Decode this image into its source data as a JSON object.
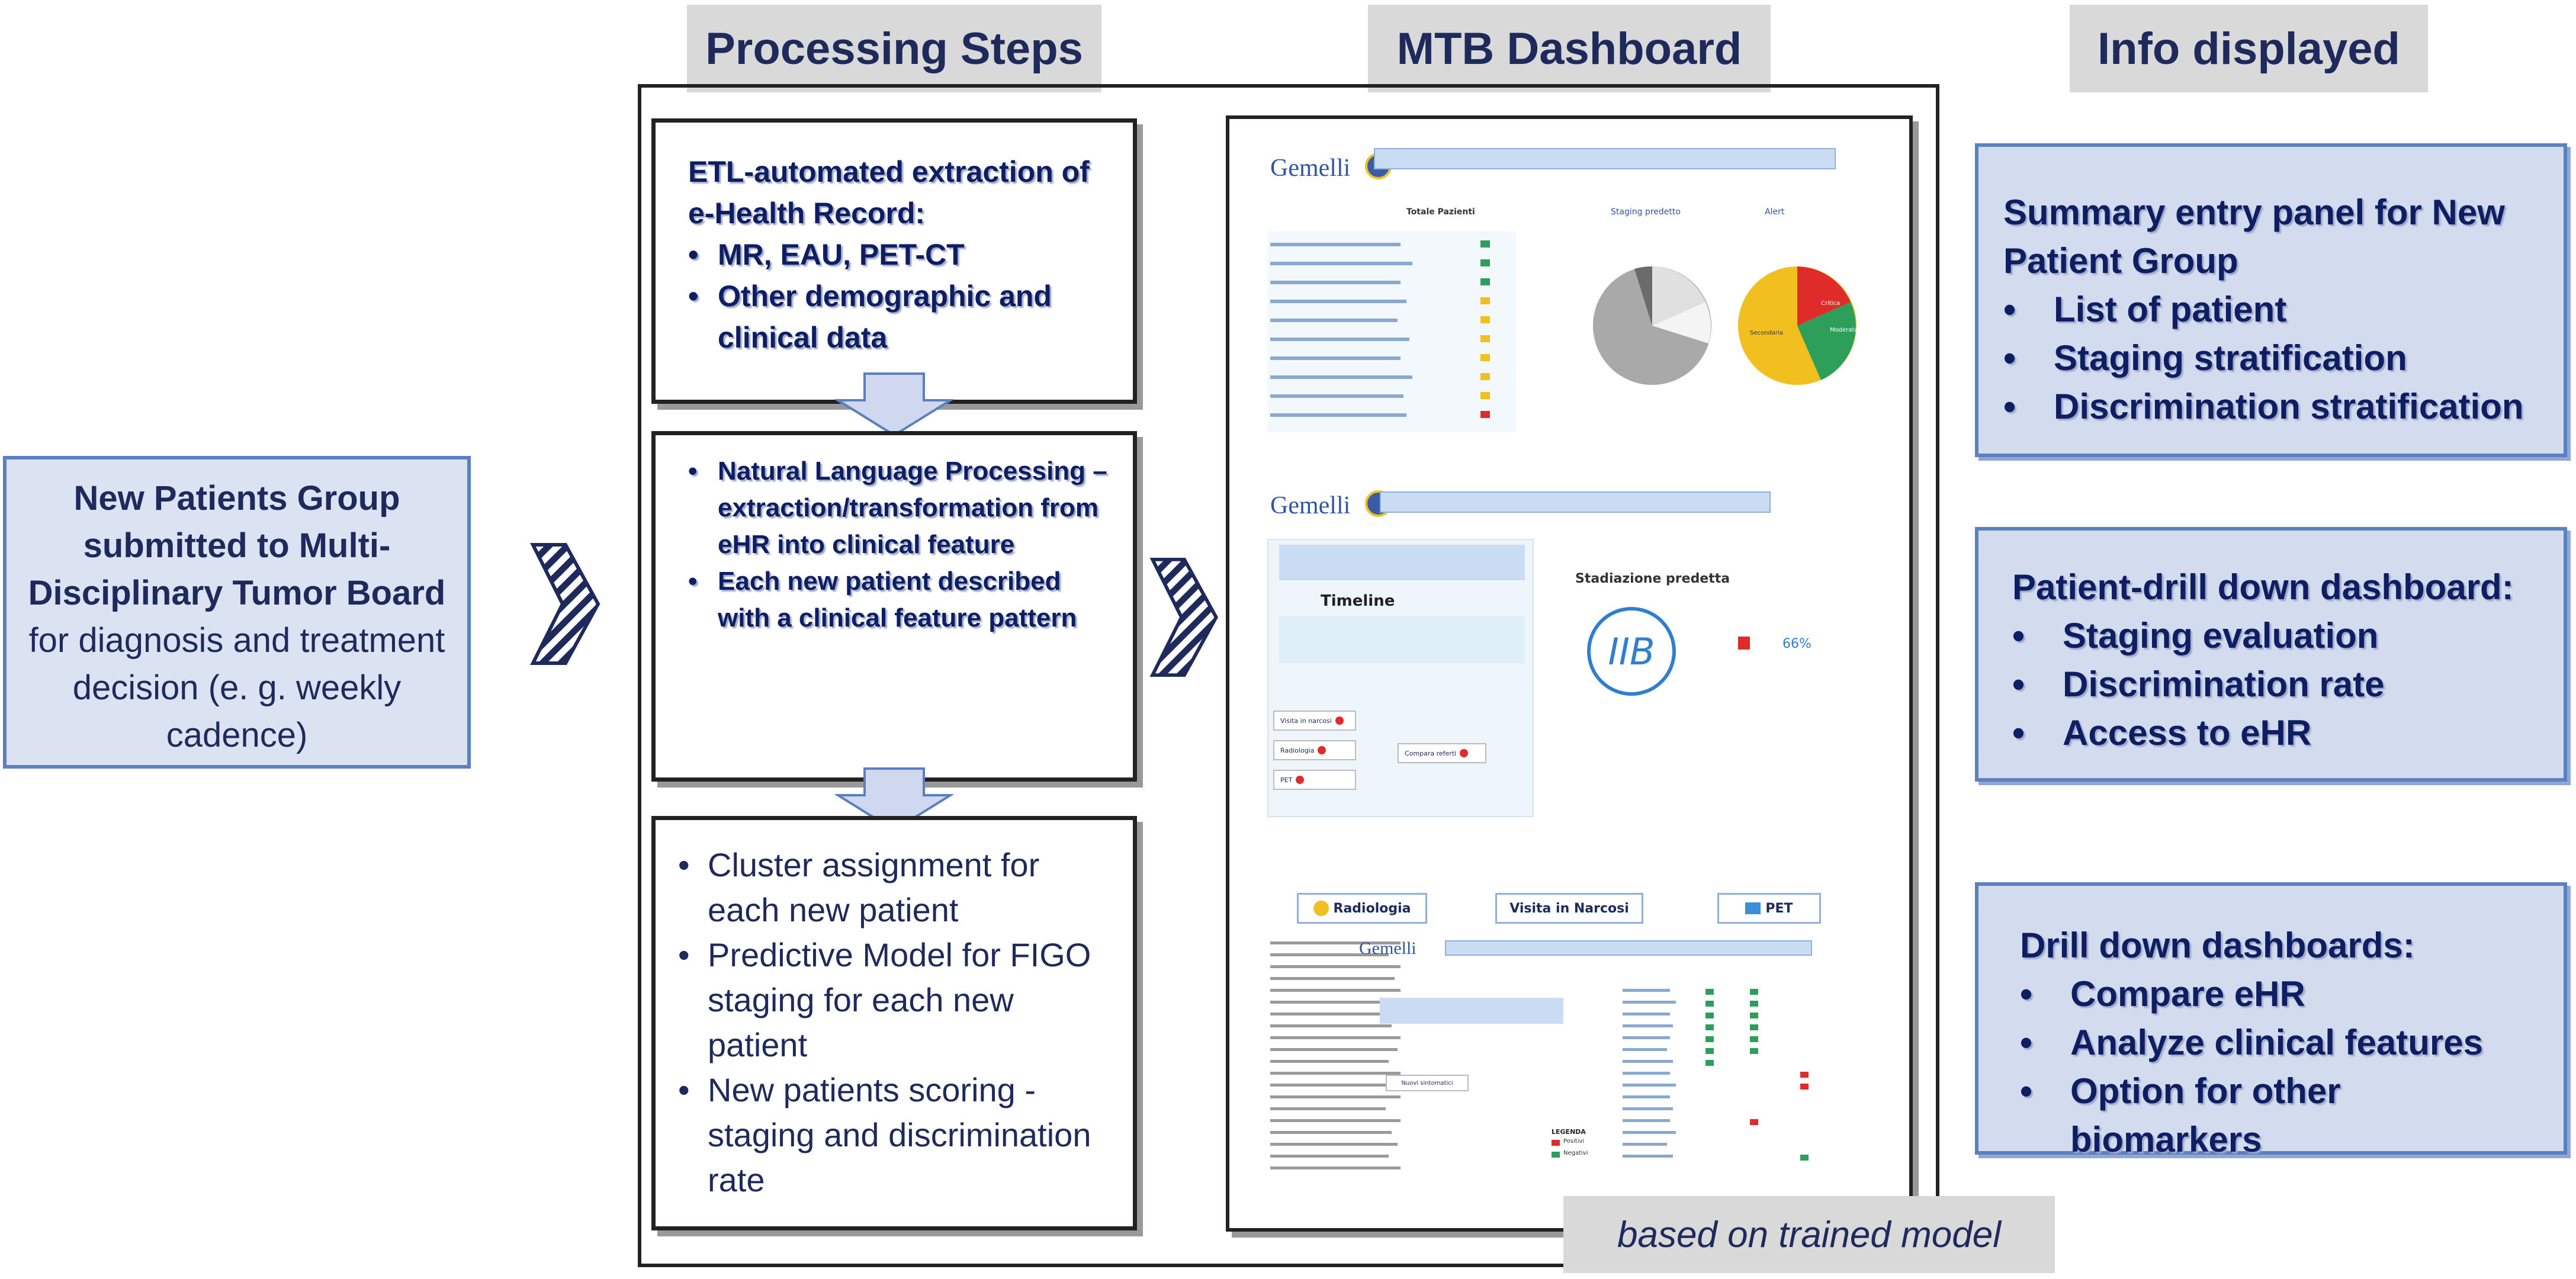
{
  "headers": {
    "processing": "Processing Steps",
    "dashboard": "MTB Dashboard",
    "info": "Info displayed"
  },
  "input_box": {
    "bold_text": "New Patients Group submitted to Multi-Disciplinary Tumor Board",
    "normal_text": "for diagnosis and treatment decision (e. g. weekly cadence)"
  },
  "steps": {
    "etl": {
      "title": "ETL-automated extraction of e-Health Record:",
      "items": [
        "MR, EAU, PET-CT",
        "Other demographic and clinical data"
      ]
    },
    "nlp": {
      "items": [
        "Natural Language Processing – extraction/transformation from eHR into clinical feature",
        "Each new patient described with a clinical feature pattern"
      ]
    },
    "model": {
      "items": [
        "Cluster assignment for each new patient",
        "Predictive Model for FIGO staging for each new patient",
        "New patients scoring - staging and discrimination rate"
      ]
    }
  },
  "dashboard": {
    "logo": "Gemelli",
    "panel1": {
      "list_title": "Totale Pazienti",
      "pie1_title": "Staging predetto",
      "pie2_title": "Alert",
      "pie2_labels": [
        "Critica",
        "Moderata",
        "Secondaria"
      ],
      "colors": {
        "green": "#2e9e5b",
        "yellow": "#f2c01e",
        "red": "#e02b2b",
        "grey": "#a9a9a9"
      }
    },
    "panel2": {
      "timeline_label": "Timeline",
      "stage_title": "Stadiazione predetta",
      "stage_value": "IIB",
      "discrimination": "66%",
      "buttons": [
        "Visita in narcosi",
        "Radiologia",
        "PET",
        "Compara referti"
      ]
    },
    "panel3": {
      "buttons": [
        "Radiologia",
        "Visita in Narcosi",
        "PET"
      ],
      "legend_title": "LEGENDA",
      "legend_items": [
        "Positivi",
        "Negativi"
      ],
      "save_button": "Nuovi sintomatici"
    },
    "footer": "based on trained model"
  },
  "info": {
    "summary": {
      "title": "Summary entry panel for New Patient Group",
      "items": [
        "List of patient",
        "Staging stratification",
        "Discrimination stratification"
      ]
    },
    "drill_patient": {
      "title": "Patient-drill down dashboard:",
      "items": [
        "Staging evaluation",
        "Discrimination rate",
        "Access to eHR"
      ]
    },
    "drill_other": {
      "title": "Drill down dashboards:",
      "items": [
        "Compare eHR",
        "Analyze clinical features",
        "Option for other biomarkers"
      ]
    }
  }
}
